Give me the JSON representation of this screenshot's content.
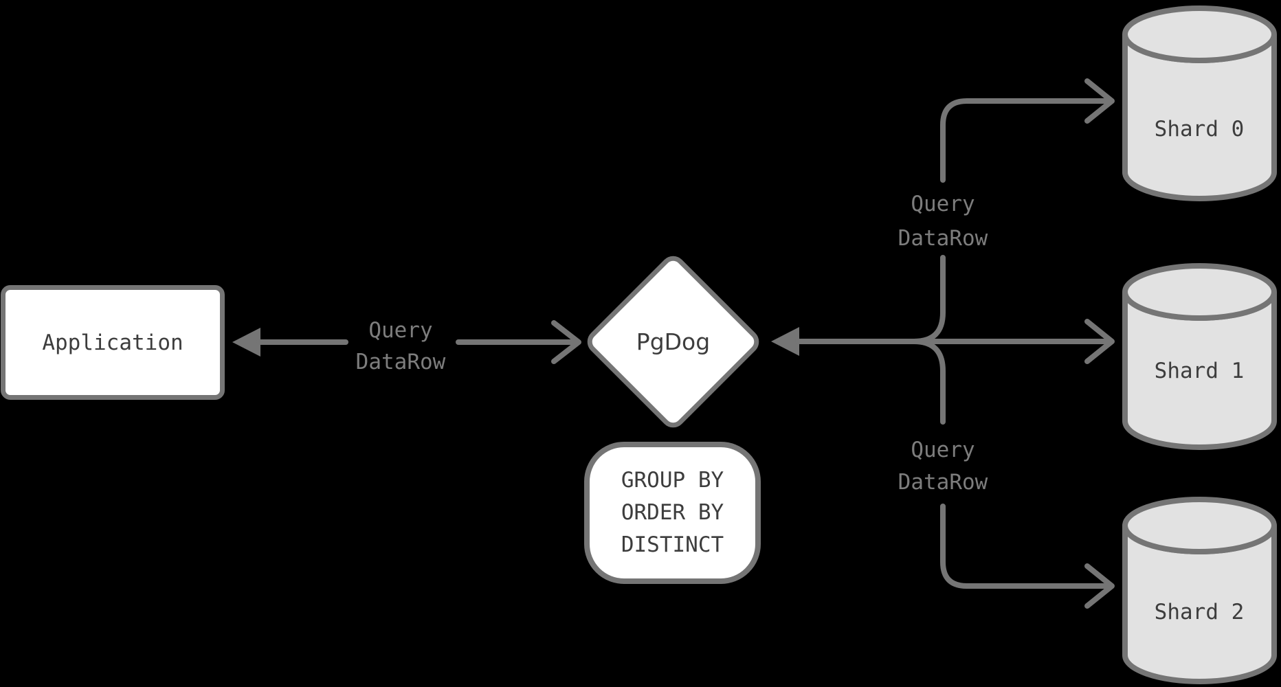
{
  "colors": {
    "background": "#000000",
    "stroke": "#757575",
    "node-fill": "#ffffff",
    "cylinder-fill": "#e2e2e2",
    "node-text": "#3d3d3d",
    "edge-label-text": "#7d7d7d"
  },
  "nodes": {
    "application": {
      "label": "Application"
    },
    "pgdog": {
      "label": "PgDog"
    },
    "operations": {
      "lines": [
        "GROUP BY",
        "ORDER BY",
        "DISTINCT"
      ]
    },
    "shards": [
      {
        "label": "Shard 0"
      },
      {
        "label": "Shard 1"
      },
      {
        "label": "Shard 2"
      }
    ]
  },
  "edges": {
    "app_pgdog": {
      "line1": "Query",
      "line2": "DataRow"
    },
    "pgdog_shard0": {
      "line1": "Query",
      "line2": "DataRow"
    },
    "pgdog_shard2": {
      "line1": "Query",
      "line2": "DataRow"
    }
  }
}
